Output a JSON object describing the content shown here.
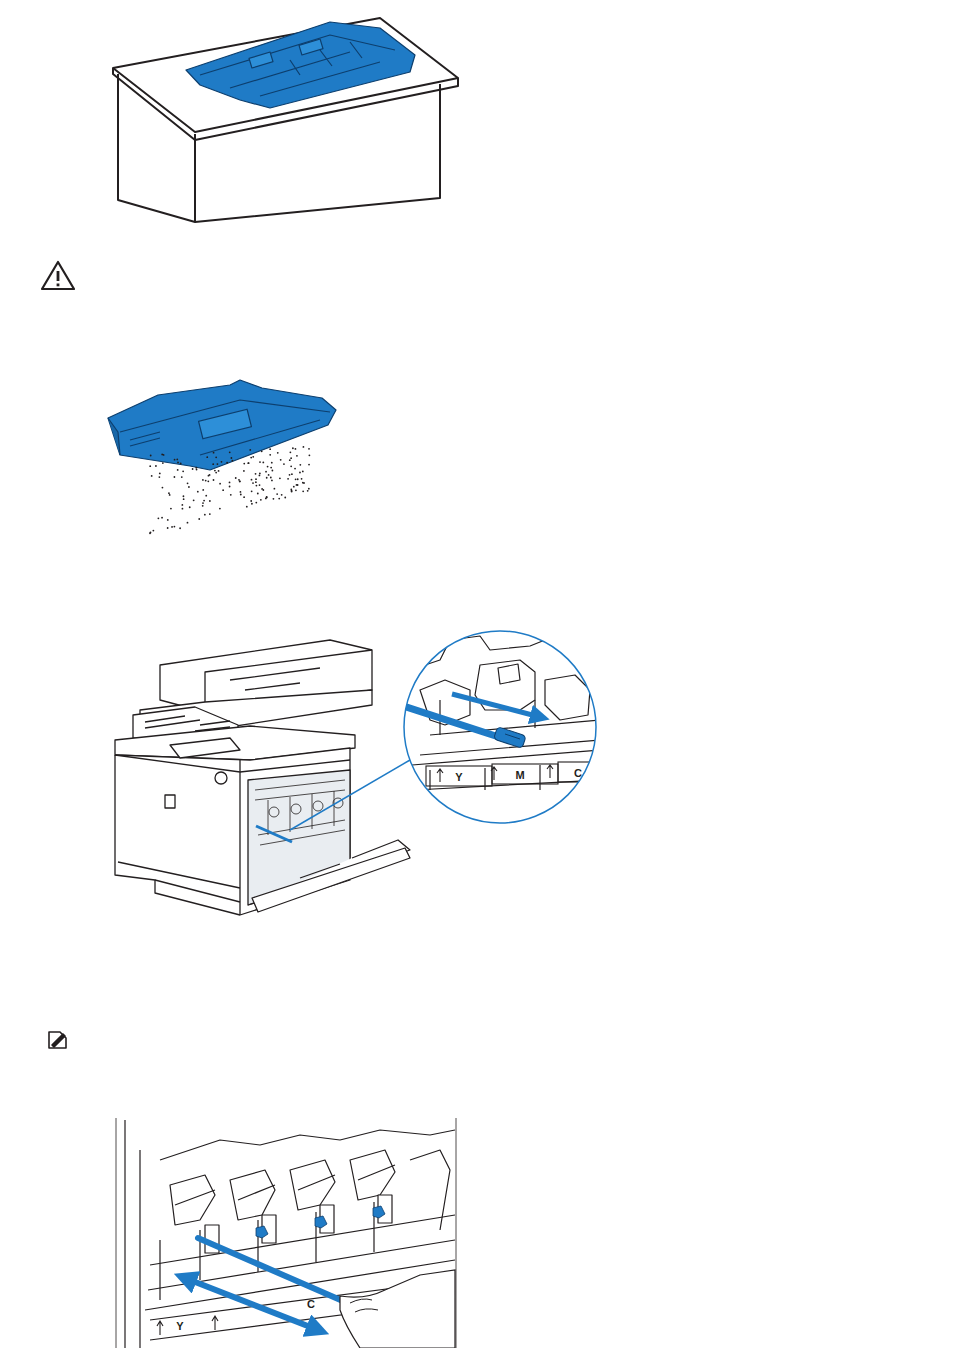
{
  "diagram": {
    "labels": [
      "Y",
      "M",
      "C",
      "Y",
      "C"
    ]
  }
}
